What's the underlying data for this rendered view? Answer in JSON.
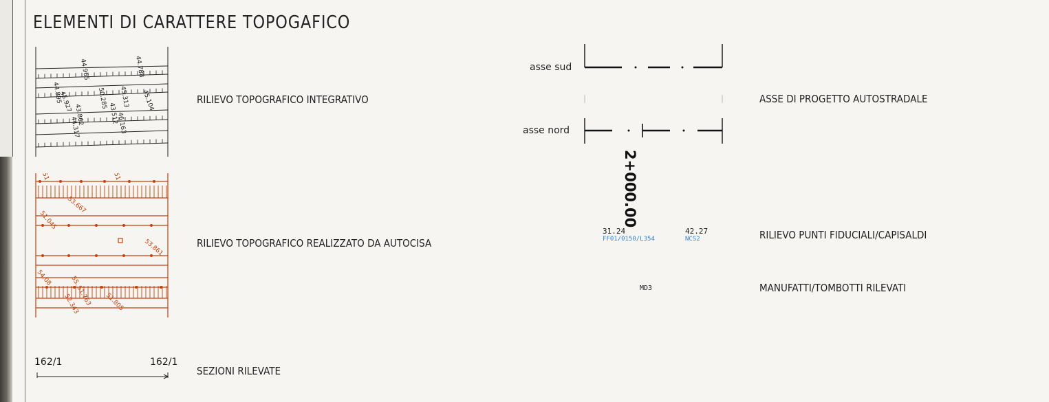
{
  "title": "ELEMENTI DI CARATTERE TOPOGAFICO",
  "legend_left": {
    "items": [
      {
        "label": "RILIEVO TOPOGRAFICO INTEGRATIVO"
      },
      {
        "label": "RILIEVO TOPOGRAFICO REALIZZATO DA AUTOCISA"
      },
      {
        "label": "SEZIONI RILEVATE"
      }
    ],
    "sezione_left_tag": "162/1",
    "sezione_right_tag": "162/1",
    "integrativo_numbers": [
      "44.965",
      "44.788",
      "44.895",
      "45.927",
      "50.285",
      "45.313",
      "45.104",
      "43.862",
      "43.512",
      "46.163",
      "44.317"
    ],
    "autocisa_numbers": [
      "51.",
      "51.",
      "53.667",
      "51.045",
      "53.861",
      "54.08",
      "55.",
      "52.343",
      "51.805",
      "51.763"
    ]
  },
  "legend_right": {
    "items": [
      {
        "label": "ASSE DI PROGETTO AUTOSTRADALE"
      },
      {
        "label": "RILIEVO PUNTI FIDUCIALI/CAPISALDI"
      },
      {
        "label": "MANUFATTI/TOMBOTTI RILEVATI"
      }
    ],
    "asse_sud": "asse sud",
    "asse_nord": "asse nord",
    "chainage": "2+000.00",
    "fiduciale_value_1": "31.24",
    "fiduciale_code_1": "FF01/0150/L354",
    "fiduciale_value_2": "42.27",
    "fiduciale_code_2": "NCS2",
    "manufatto_code": "MD3"
  },
  "colors": {
    "autocisa": "#c2410c",
    "fiduciale_blue": "#3b82c4",
    "ink": "#1d1d1d"
  }
}
